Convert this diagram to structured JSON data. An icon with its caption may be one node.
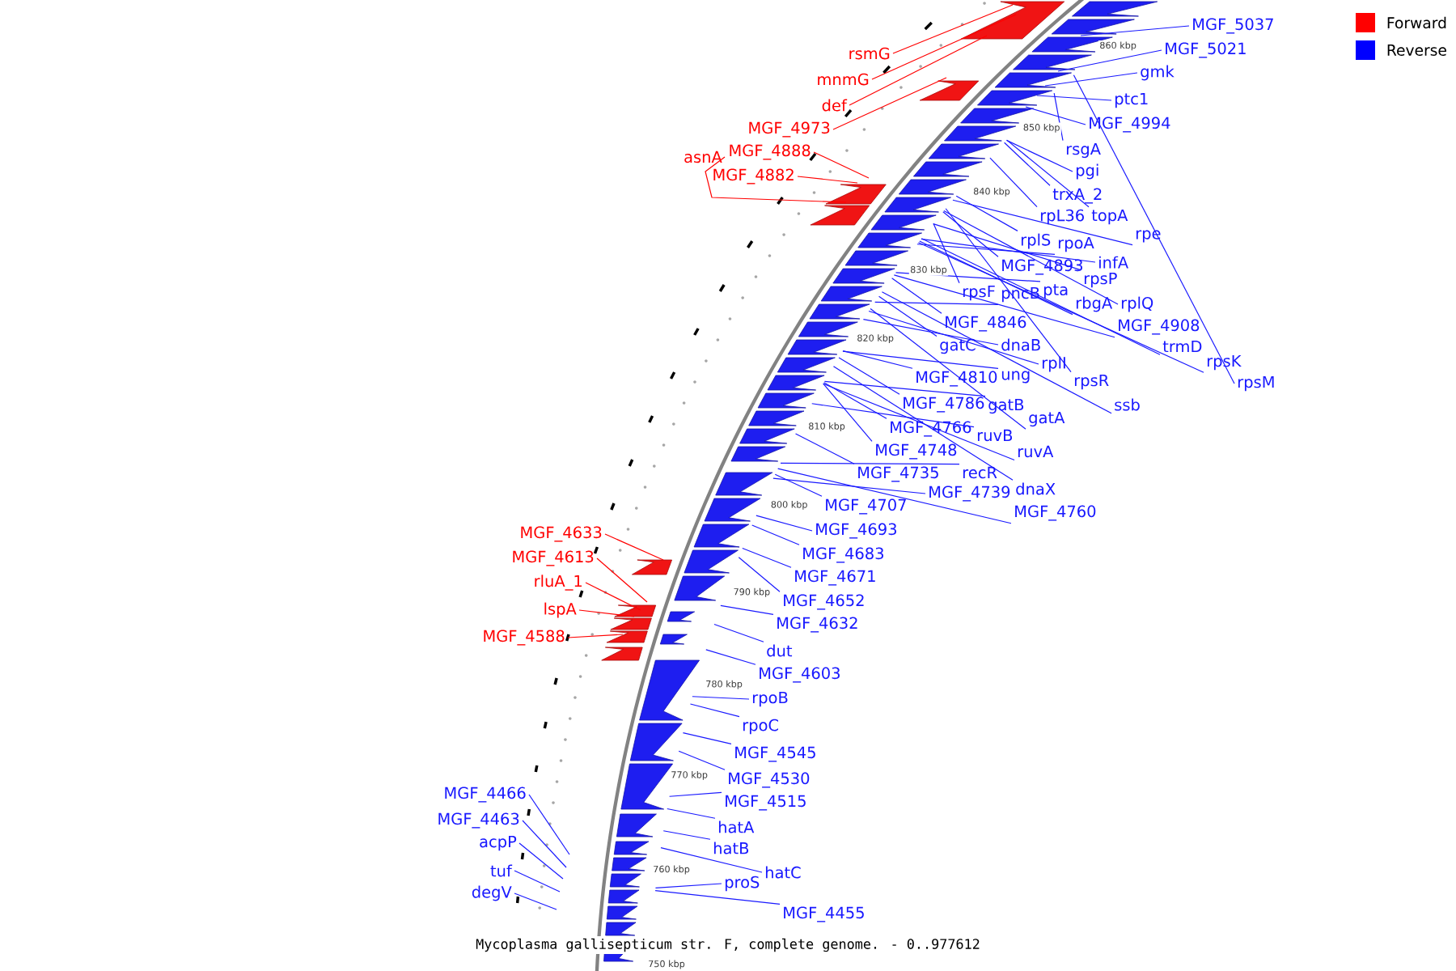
{
  "diagram": {
    "caption": "Mycoplasma gallisepticum str. F, complete genome. - 0..977612",
    "nodes": [
      {
        "text": [
          "rsmG"
        ]
      },
      {
        "text": [
          "mnmG"
        ]
      },
      {
        "text": [
          "def"
        ]
      },
      {
        "text": [
          "MGF_4973"
        ]
      },
      {
        "text": [
          "MGF_5037"
        ]
      },
      {
        "text": [
          "MGF_5021"
        ]
      },
      {
        "text": [
          "gmk"
        ]
      },
      {
        "text": [
          "ptc1"
        ]
      },
      {
        "text": [
          "MGF_4994"
        ]
      },
      {
        "text": [
          "MGF_4888"
        ]
      },
      {
        "text": [
          "asnA"
        ]
      },
      {
        "text": [
          "MGF_4882"
        ]
      },
      {
        "text": [
          "rsgA"
        ]
      },
      {
        "text": [
          "pgi"
        ]
      },
      {
        "text": [
          "trxA_2"
        ]
      },
      {
        "text": [
          "rpL36"
        ]
      },
      {
        "text": [
          "topA"
        ]
      },
      {
        "text": [
          "rpe"
        ]
      },
      {
        "text": [
          "rplS"
        ]
      },
      {
        "text": [
          "rpoA"
        ]
      },
      {
        "text": [
          "infA"
        ]
      },
      {
        "text": [
          "MGF_4893"
        ]
      },
      {
        "text": [
          "rpsP"
        ]
      },
      {
        "text": [
          "pta"
        ]
      },
      {
        "text": [
          "rpsF"
        ]
      },
      {
        "text": [
          "pncB"
        ]
      },
      {
        "text": [
          "rbgA"
        ]
      },
      {
        "text": [
          "rplQ"
        ]
      },
      {
        "text": [
          "MGF_4846"
        ]
      },
      {
        "text": [
          "MGF_4908"
        ]
      },
      {
        "text": [
          "dnaB"
        ]
      },
      {
        "text": [
          "gatC"
        ]
      },
      {
        "text": [
          "trmD"
        ]
      },
      {
        "text": [
          "rpsK"
        ]
      },
      {
        "text": [
          "rplI"
        ]
      },
      {
        "text": [
          "ung"
        ]
      },
      {
        "text": [
          "MGF_4810"
        ]
      },
      {
        "text": [
          "rpsR"
        ]
      },
      {
        "text": [
          "rpsM"
        ]
      },
      {
        "text": [
          "ssb"
        ]
      },
      {
        "text": [
          "MGF_4786"
        ]
      },
      {
        "text": [
          "gatB"
        ]
      },
      {
        "text": [
          "gatA"
        ]
      },
      {
        "text": [
          "MGF_4766"
        ]
      },
      {
        "text": [
          "ruvB"
        ]
      },
      {
        "text": [
          "MGF_4748"
        ]
      },
      {
        "text": [
          "ruvA"
        ]
      },
      {
        "text": [
          "recR"
        ]
      },
      {
        "text": [
          "MGF_4735"
        ]
      },
      {
        "text": [
          "dnaX"
        ]
      },
      {
        "text": [
          "MGF_4739"
        ]
      },
      {
        "text": [
          "MGF_4707"
        ]
      },
      {
        "text": [
          "MGF_4760"
        ]
      },
      {
        "text": [
          "MGF_4693"
        ]
      },
      {
        "text": [
          "MGF_4633"
        ]
      },
      {
        "text": [
          "MGF_4613"
        ]
      },
      {
        "text": [
          "MGF_4683"
        ]
      },
      {
        "text": [
          "MGF_4671"
        ]
      },
      {
        "text": [
          "rluA_1"
        ]
      },
      {
        "text": [
          "MGF_4652"
        ]
      },
      {
        "text": [
          "lspA"
        ]
      },
      {
        "text": [
          "MGF_4632"
        ]
      },
      {
        "text": [
          "MGF_4588"
        ]
      },
      {
        "text": [
          "dut"
        ]
      },
      {
        "text": [
          "MGF_4603"
        ]
      },
      {
        "text": [
          "rpoB"
        ]
      },
      {
        "text": [
          "rpoC"
        ]
      },
      {
        "text": [
          "MGF_4545"
        ]
      },
      {
        "text": [
          "MGF_4530"
        ]
      },
      {
        "text": [
          "MGF_4466"
        ]
      },
      {
        "text": [
          "MGF_4515"
        ]
      },
      {
        "text": [
          "MGF_4463"
        ]
      },
      {
        "text": [
          "hatA"
        ]
      },
      {
        "text": [
          "acpP"
        ]
      },
      {
        "text": [
          "hatB"
        ]
      },
      {
        "text": [
          "tuf"
        ]
      },
      {
        "text": [
          "hatC"
        ]
      },
      {
        "text": [
          "proS"
        ]
      },
      {
        "text": [
          "degV"
        ]
      },
      {
        "text": [
          "MGF_4455"
        ]
      }
    ],
    "edges": [
      {
        "from": 0,
        "to": null,
        "arrow": "none",
        "color": "#ff0000"
      },
      {
        "from": 1,
        "to": null,
        "arrow": "none",
        "color": "#ff0000"
      },
      {
        "from": 2,
        "to": null,
        "arrow": "none",
        "color": "#ff0000"
      },
      {
        "from": 3,
        "to": null,
        "arrow": "none",
        "color": "#ff0000"
      },
      {
        "from": 4,
        "to": null,
        "arrow": "none"
      },
      {
        "from": 5,
        "to": null,
        "arrow": "none"
      },
      {
        "from": 6,
        "to": null,
        "arrow": "none"
      },
      {
        "from": 7,
        "to": null,
        "arrow": "none"
      },
      {
        "from": 8,
        "to": null,
        "arrow": "none"
      },
      {
        "from": 9,
        "to": null,
        "arrow": "none",
        "color": "#ff0000"
      },
      {
        "from": 10,
        "to": null,
        "arrow": "none",
        "color": "#ff0000"
      },
      {
        "from": 11,
        "to": null,
        "arrow": "none",
        "color": "#ff0000"
      },
      {
        "from": 12,
        "to": null,
        "arrow": "none"
      },
      {
        "from": 13,
        "to": null,
        "arrow": "none"
      },
      {
        "from": 14,
        "to": null,
        "arrow": "none"
      },
      {
        "from": 15,
        "to": null,
        "arrow": "none"
      },
      {
        "from": 16,
        "to": null,
        "arrow": "none"
      },
      {
        "from": 17,
        "to": null,
        "arrow": "none"
      },
      {
        "from": 18,
        "to": null,
        "arrow": "none"
      },
      {
        "from": 19,
        "to": null,
        "arrow": "none"
      },
      {
        "from": 20,
        "to": null,
        "arrow": "none"
      },
      {
        "from": 21,
        "to": null,
        "arrow": "none"
      },
      {
        "from": 22,
        "to": null,
        "arrow": "none"
      },
      {
        "from": 23,
        "to": null,
        "arrow": "none"
      },
      {
        "from": 24,
        "to": null,
        "arrow": "none"
      },
      {
        "from": 25,
        "to": null,
        "arrow": "none"
      },
      {
        "from": 26,
        "to": null,
        "arrow": "none"
      },
      {
        "from": 27,
        "to": null,
        "arrow": "none"
      },
      {
        "from": 28,
        "to": null,
        "arrow": "none"
      },
      {
        "from": 29,
        "to": null,
        "arrow": "none"
      },
      {
        "from": 30,
        "to": null,
        "arrow": "none"
      },
      {
        "from": 31,
        "to": null,
        "arrow": "none"
      },
      {
        "from": 32,
        "to": null,
        "arrow": "none"
      },
      {
        "from": 33,
        "to": null,
        "arrow": "none"
      },
      {
        "from": 34,
        "to": null,
        "arrow": "none"
      },
      {
        "from": 35,
        "to": null,
        "arrow": "none"
      },
      {
        "from": 36,
        "to": null,
        "arrow": "none"
      },
      {
        "from": 37,
        "to": null,
        "arrow": "none"
      },
      {
        "from": 38,
        "to": null,
        "arrow": "none"
      },
      {
        "from": 39,
        "to": null,
        "arrow": "none"
      },
      {
        "from": 40,
        "to": null,
        "arrow": "none"
      },
      {
        "from": 41,
        "to": null,
        "arrow": "none"
      },
      {
        "from": 42,
        "to": null,
        "arrow": "none"
      },
      {
        "from": 43,
        "to": null,
        "arrow": "none"
      },
      {
        "from": 44,
        "to": null,
        "arrow": "none"
      },
      {
        "from": 45,
        "to": null,
        "arrow": "none"
      },
      {
        "from": 46,
        "to": null,
        "arrow": "none"
      },
      {
        "from": 47,
        "to": null,
        "arrow": "none"
      },
      {
        "from": 48,
        "to": null,
        "arrow": "none"
      },
      {
        "from": 49,
        "to": null,
        "arrow": "none"
      },
      {
        "from": 50,
        "to": null,
        "arrow": "none"
      },
      {
        "from": 51,
        "to": null,
        "arrow": "none"
      },
      {
        "from": 52,
        "to": null,
        "arrow": "none"
      },
      {
        "from": 53,
        "to": null,
        "arrow": "none"
      },
      {
        "from": 54,
        "to": null,
        "arrow": "none",
        "color": "#ff0000"
      },
      {
        "from": 55,
        "to": null,
        "arrow": "none",
        "color": "#ff0000"
      },
      {
        "from": 56,
        "to": null,
        "arrow": "none"
      },
      {
        "from": 57,
        "to": null,
        "arrow": "none"
      },
      {
        "from": 58,
        "to": null,
        "arrow": "none",
        "color": "#ff0000"
      },
      {
        "from": 59,
        "to": null,
        "arrow": "none"
      },
      {
        "from": 60,
        "to": null,
        "arrow": "none",
        "color": "#ff0000"
      },
      {
        "from": 61,
        "to": null,
        "arrow": "none"
      },
      {
        "from": 62,
        "to": null,
        "arrow": "none",
        "color": "#ff0000"
      },
      {
        "from": 63,
        "to": null,
        "arrow": "none"
      },
      {
        "from": 64,
        "to": null,
        "arrow": "none"
      },
      {
        "from": 65,
        "to": null,
        "arrow": "none"
      },
      {
        "from": 66,
        "to": null,
        "arrow": "none"
      },
      {
        "from": 67,
        "to": null,
        "arrow": "none"
      },
      {
        "from": 68,
        "to": null,
        "arrow": "none"
      },
      {
        "from": 69,
        "to": null,
        "arrow": "none"
      },
      {
        "from": 70,
        "to": null,
        "arrow": "none"
      },
      {
        "from": 71,
        "to": null,
        "arrow": "none"
      },
      {
        "from": 72,
        "to": null,
        "arrow": "none"
      },
      {
        "from": 73,
        "to": null,
        "arrow": "none"
      },
      {
        "from": 74,
        "to": null,
        "arrow": "none"
      },
      {
        "from": 75,
        "to": null,
        "arrow": "none"
      },
      {
        "from": 76,
        "to": null,
        "arrow": "none"
      },
      {
        "from": 77,
        "to": null,
        "arrow": "none"
      },
      {
        "from": 78,
        "to": null,
        "arrow": "none"
      },
      {
        "from": 79,
        "to": null,
        "arrow": "none"
      }
    ],
    "labels": [
      "860 kbp",
      "850 kbp",
      "840 kbp",
      "830 kbp",
      "820 kbp",
      "810 kbp",
      "800 kbp",
      "790 kbp",
      "780 kbp",
      "770 kbp",
      "760 kbp",
      "750 kbp"
    ],
    "legend": [
      {
        "text": "Forward",
        "color": "#ff0000"
      },
      {
        "text": "Reverse",
        "color": "#0000ff"
      }
    ]
  }
}
